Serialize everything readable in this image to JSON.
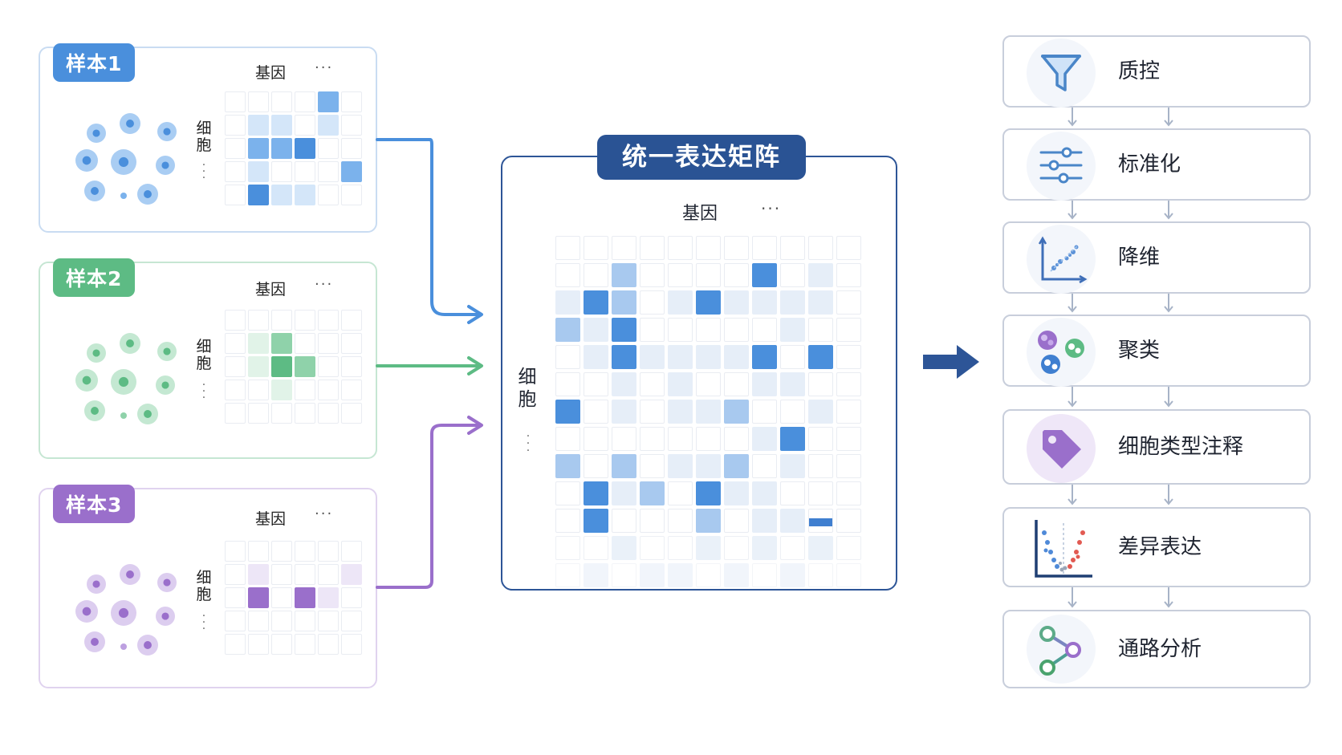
{
  "samples": [
    {
      "tag": "样本1",
      "gene_label": "基因",
      "gene_ellipsis": "···",
      "cell_label": [
        "细",
        "胞"
      ],
      "color": "#4a8fdc",
      "light": "#a9cdf3",
      "mid": "#7bb2ec",
      "border": "#c9dcf2"
    },
    {
      "tag": "样本2",
      "gene_label": "基因",
      "gene_ellipsis": "···",
      "cell_label": [
        "细",
        "胞"
      ],
      "color": "#5dbb84",
      "light": "#c4e8d2",
      "mid": "#8fd2aa",
      "border": "#c6e6d3"
    },
    {
      "tag": "样本3",
      "gene_label": "基因",
      "gene_ellipsis": "···",
      "cell_label": [
        "细",
        "胞"
      ],
      "color": "#9a6fcb",
      "light": "#dccdef",
      "mid": "#bda0e0",
      "border": "#e0d3ef"
    }
  ],
  "center": {
    "title": "统一表达矩阵",
    "gene_label": "基因",
    "gene_ellipsis": "···",
    "cell_label": [
      "细",
      "胞"
    ]
  },
  "pipeline": {
    "steps": [
      {
        "label": "质控",
        "icon": "funnel-icon"
      },
      {
        "label": "标准化",
        "icon": "sliders-icon"
      },
      {
        "label": "降维",
        "icon": "scatter-axes-icon"
      },
      {
        "label": "聚类",
        "icon": "cluster-icon"
      },
      {
        "label": "细胞类型注释",
        "icon": "tag-icon"
      },
      {
        "label": "差异表达",
        "icon": "volcano-plot-icon"
      },
      {
        "label": "通路分析",
        "icon": "network-icon"
      }
    ]
  },
  "colors": {
    "blue": "#4a8fdc",
    "green": "#5dbb84",
    "purple": "#9a6fcb",
    "navy": "#2a5394"
  }
}
